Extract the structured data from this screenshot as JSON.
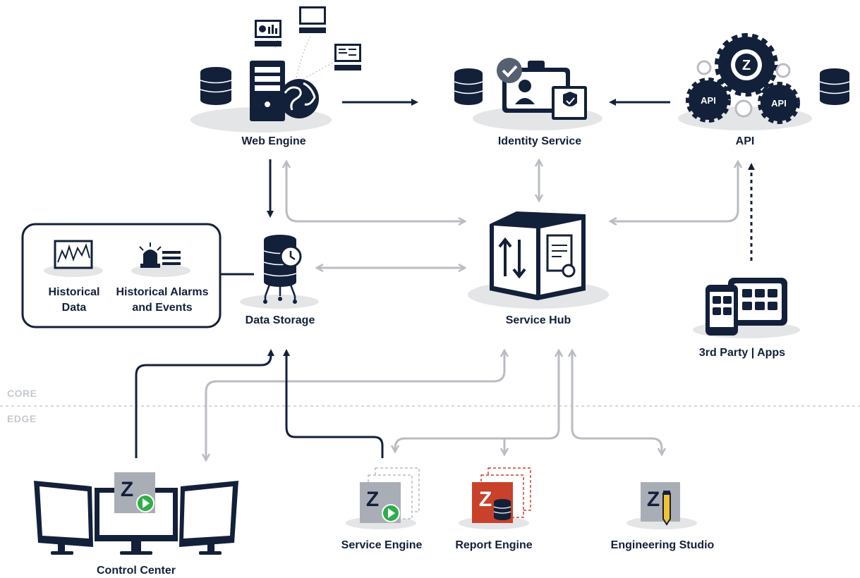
{
  "zones": {
    "core": "CORE",
    "edge": "EDGE"
  },
  "nodes": {
    "web_engine": "Web Engine",
    "identity_service": "Identity Service",
    "api": "API",
    "data_storage": "Data Storage",
    "service_hub": "Service Hub",
    "third_party_apps": "3rd Party | Apps",
    "control_center": "Control Center",
    "service_engine": "Service Engine",
    "report_engine": "Report Engine",
    "engineering_studio": "Engineering Studio"
  },
  "storage_panel": {
    "historical_data": [
      "Historical",
      "Data"
    ],
    "historical_alarms": [
      "Historical Alarms",
      "and Events"
    ]
  },
  "icons": {
    "api_gear_label": "API",
    "z_logo": "Z"
  },
  "colors": {
    "navy": "#13203a",
    "gray_arrow": "#b9bcc2",
    "shadow": "#e4e5e7",
    "accent_green": "#2fae4a",
    "accent_red": "#c8412a"
  }
}
